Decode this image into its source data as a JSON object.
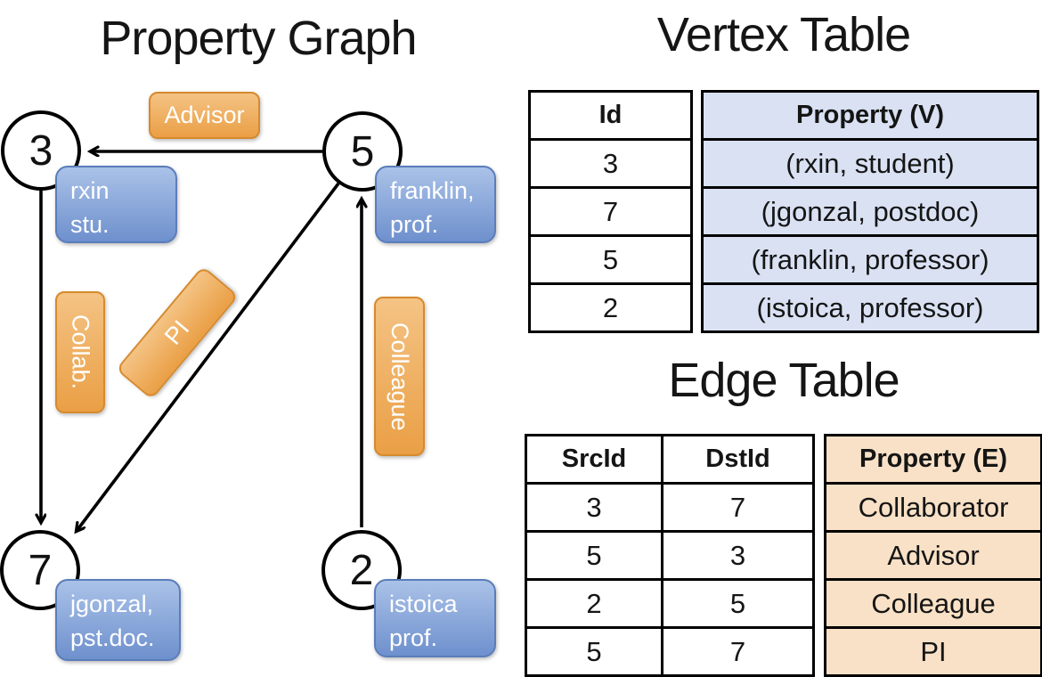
{
  "titles": {
    "graph": "Property Graph",
    "vertex_table": "Vertex Table",
    "edge_table": "Edge Table"
  },
  "graph": {
    "nodes": [
      {
        "id": "3",
        "label": "rxin\nstu."
      },
      {
        "id": "5",
        "label": "franklin,\nprof."
      },
      {
        "id": "7",
        "label": "jgonzal,\npst.doc."
      },
      {
        "id": "2",
        "label": "istoica\nprof."
      }
    ],
    "edges": [
      {
        "from": "5",
        "to": "3",
        "label": "Advisor"
      },
      {
        "from": "3",
        "to": "7",
        "label": "Collab."
      },
      {
        "from": "5",
        "to": "7",
        "label": "PI"
      },
      {
        "from": "2",
        "to": "5",
        "label": "Colleague"
      }
    ]
  },
  "vertex_table": {
    "id_header": "Id",
    "property_header": "Property (V)",
    "rows": [
      {
        "id": "3",
        "property": "(rxin, student)"
      },
      {
        "id": "7",
        "property": "(jgonzal, postdoc)"
      },
      {
        "id": "5",
        "property": "(franklin, professor)"
      },
      {
        "id": "2",
        "property": "(istoica, professor)"
      }
    ]
  },
  "edge_table": {
    "src_header": "SrcId",
    "dst_header": "DstId",
    "property_header": "Property (E)",
    "rows": [
      {
        "src": "3",
        "dst": "7",
        "property": "Collaborator"
      },
      {
        "src": "5",
        "dst": "3",
        "property": "Advisor"
      },
      {
        "src": "2",
        "dst": "5",
        "property": "Colleague"
      },
      {
        "src": "5",
        "dst": "7",
        "property": "PI"
      }
    ]
  },
  "colors": {
    "edge_label_orange_top": "#F4C384",
    "edge_label_orange_bottom": "#EA9F45",
    "node_label_blue_top": "#AAC2E8",
    "node_label_blue_bottom": "#6E90CD",
    "vertex_property_cell_bg": "#D9E1F3",
    "edge_property_cell_bg": "#F8E1C6"
  }
}
